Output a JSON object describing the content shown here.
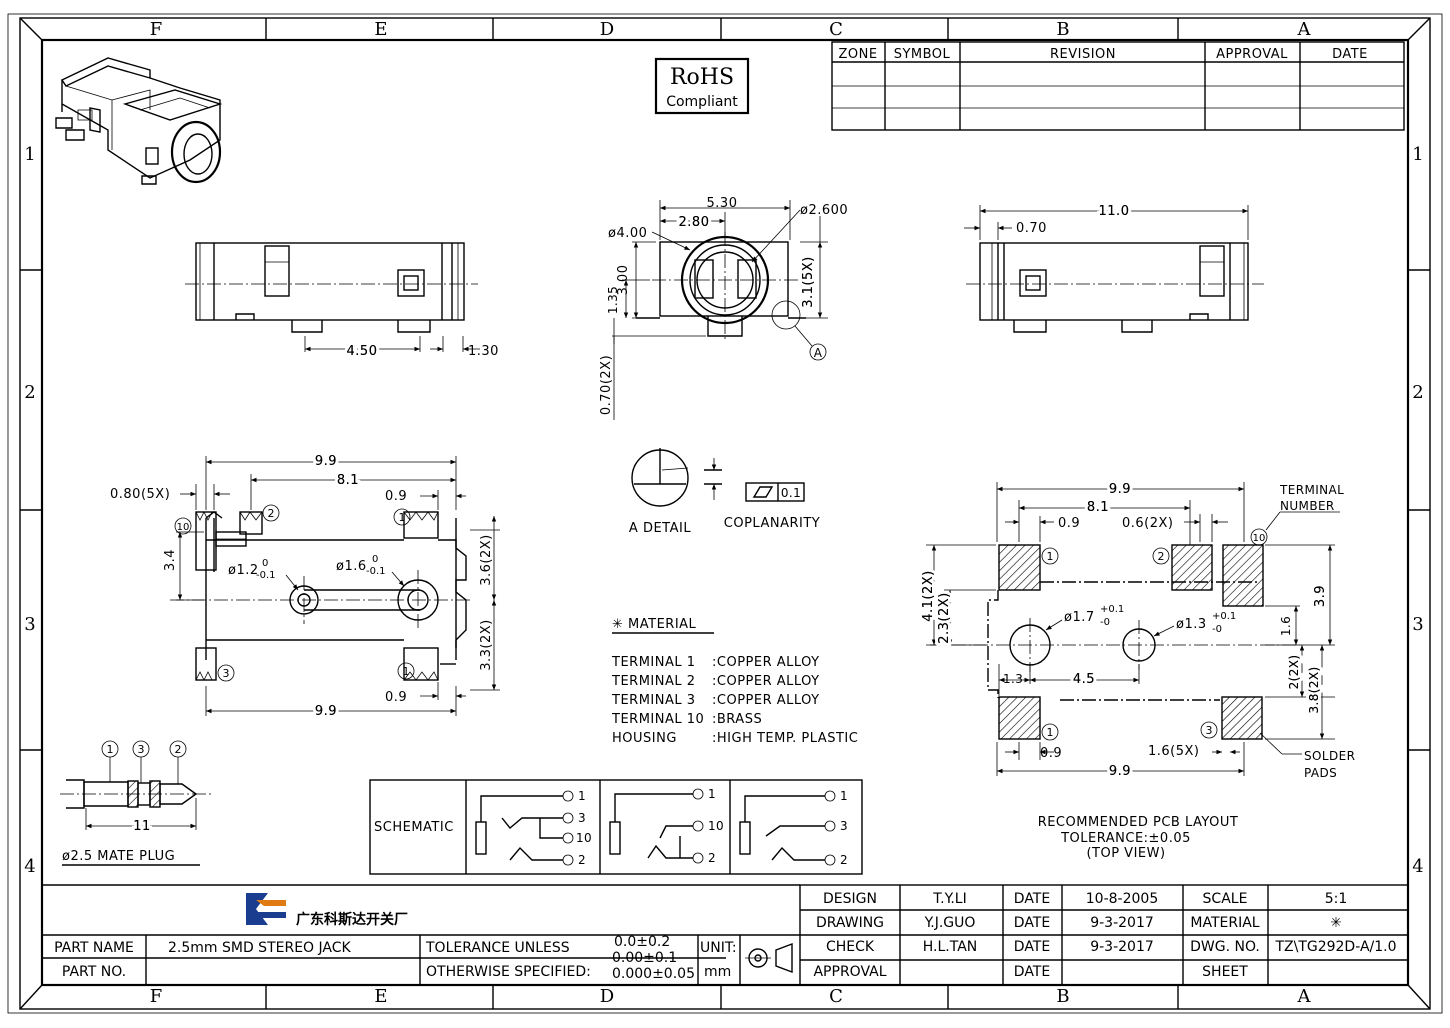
{
  "border": {
    "zones_top": [
      "F",
      "E",
      "D",
      "C",
      "B",
      "A"
    ],
    "zones_bottom": [
      "F",
      "E",
      "D",
      "C",
      "B",
      "A"
    ],
    "rows_left": [
      "1",
      "2",
      "3",
      "4"
    ],
    "rows_right": [
      "1",
      "2",
      "3",
      "4"
    ]
  },
  "rohs": {
    "line1": "RoHS",
    "line2": "Compliant"
  },
  "revision_table": {
    "headers": [
      "ZONE",
      "SYMBOL",
      "REVISION",
      "APPROVAL",
      "DATE"
    ]
  },
  "dims": {
    "side_450": "4.50",
    "side_130": "1.30",
    "front_530": "5.30",
    "front_280": "2.80",
    "front_d400": "ø4.00",
    "front_d2600": "ø2.600",
    "front_300": "3.00",
    "front_135": "1.35",
    "front_31_5x": "3.1(5X)",
    "front_070_2x": "0.70(2X)",
    "front_ref_a": "A",
    "rear_110": "11.0",
    "rear_070": "0.70",
    "top_99": "9.9",
    "top_81": "8.1",
    "top_080_5x": "0.80(5X)",
    "top_09a": "0.9",
    "top_34": "3.4",
    "top_d12": "ø1.2",
    "top_d12_tol_up": "0",
    "top_d12_tol_dn": "-0.1",
    "top_d16": "ø1.6",
    "top_d16_tol_up": "0",
    "top_d16_tol_dn": "-0.1",
    "top_36_2x": "3.6(2X)",
    "top_33_2x": "3.3(2X)",
    "top_09b": "0.9",
    "top_99b": "9.9",
    "pcb_99": "9.9",
    "pcb_81": "8.1",
    "pcb_09": "0.9",
    "pcb_06_2x": "0.6(2X)",
    "pcb_41_2x": "4.1(2X)",
    "pcb_23_2x": "2.3(2X)",
    "pcb_d17": "ø1.7",
    "pcb_d17_tol_up": "+0.1",
    "pcb_d17_tol_dn": "-0",
    "pcb_d13": "ø1.3",
    "pcb_d13_tol_up": "+0.1",
    "pcb_d13_tol_dn": "-0",
    "pcb_39": "3.9",
    "pcb_16": "1.6",
    "pcb_13": "1.3",
    "pcb_45": "4.5",
    "pcb_2_2x": "2(2X)",
    "pcb_38_2x": "3.8(2X)",
    "pcb_09b": "0.9",
    "pcb_16_5x": "1.6(5X)",
    "pcb_99b": "9.9",
    "plug_11": "11"
  },
  "pin_numbers": {
    "p1": "1",
    "p2": "2",
    "p3": "3",
    "p10": "10"
  },
  "detail": {
    "label": "A DETAIL",
    "coplanarity": "COPLANARITY",
    "flatness_value": "0.1"
  },
  "pcb_notes": {
    "terminal_number": "TERMINAL",
    "terminal_number2": "NUMBER",
    "solder": "SOLDER",
    "solder2": "PADS",
    "title": "RECOMMENDED PCB LAYOUT",
    "tolerance": "TOLERANCE:±0.05",
    "view": "(TOP VIEW)"
  },
  "plug_label": "ø2.5 MATE PLUG",
  "material": {
    "heading": "✳ MATERIAL",
    "rows": [
      {
        "item": "TERMINAL 1",
        "value": ":COPPER ALLOY"
      },
      {
        "item": "TERMINAL 2",
        "value": ":COPPER ALLOY"
      },
      {
        "item": "TERMINAL 3",
        "value": ":COPPER ALLOY"
      },
      {
        "item": "TERMINAL 10",
        "value": ":BRASS"
      },
      {
        "item": "HOUSING",
        "value": ":HIGH TEMP. PLASTIC"
      }
    ]
  },
  "schematic": {
    "label": "SCHEMATIC",
    "pins_a": [
      "1",
      "3",
      "10",
      "2"
    ],
    "pins_b": [
      "1",
      "10",
      "2"
    ],
    "pins_c": [
      "1",
      "3",
      "2"
    ]
  },
  "title_block": {
    "company": "广东科斯达开关厂",
    "part_name_label": "PART NAME",
    "part_name": "2.5mm SMD STEREO JACK",
    "part_no_label": "PART NO.",
    "part_no": "",
    "tol_line1": "TOLERANCE UNLESS",
    "tol_line2": "OTHERWISE SPECIFIED:",
    "tol_v1": "0.0±0.2",
    "tol_v2": "0.00±0.1",
    "tol_v3": "0.000±0.05",
    "unit_label": "UNIT:",
    "unit_value": "mm",
    "design_label": "DESIGN",
    "design_by": "T.Y.LI",
    "design_date_label": "DATE",
    "design_date": "10-8-2005",
    "drawing_label": "DRAWING",
    "drawing_by": "Y.J.GUO",
    "drawing_date_label": "DATE",
    "drawing_date": "9-3-2017",
    "check_label": "CHECK",
    "check_by": "H.L.TAN",
    "check_date_label": "DATE",
    "check_date": "9-3-2017",
    "approval_label": "APPROVAL",
    "approval_by": "",
    "approval_date_label": "DATE",
    "approval_date": "",
    "scale_label": "SCALE",
    "scale": "5:1",
    "material_label": "MATERIAL",
    "material": "✳",
    "dwg_label": "DWG. NO.",
    "dwg_no": "TZ\\TG292D-A/1.0",
    "sheet_label": "SHEET",
    "sheet": ""
  }
}
